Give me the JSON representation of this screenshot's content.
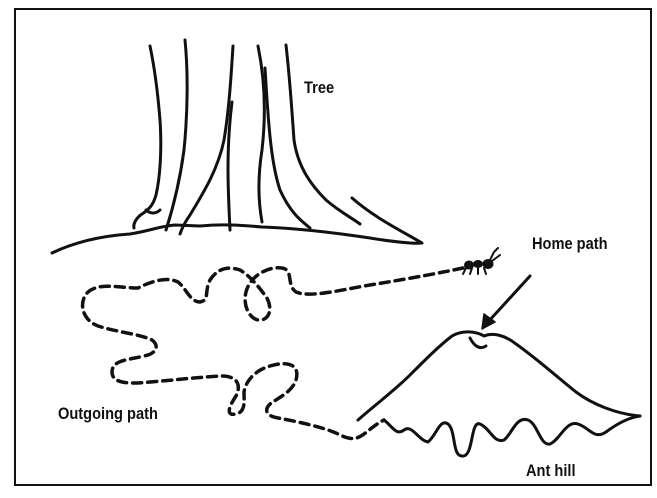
{
  "labels": {
    "tree": "Tree",
    "home_path": "Home path",
    "outgoing_path": "Outgoing path",
    "ant_hill": "Ant hill"
  },
  "colors": {
    "ink": "#111111",
    "background": "#ffffff"
  }
}
